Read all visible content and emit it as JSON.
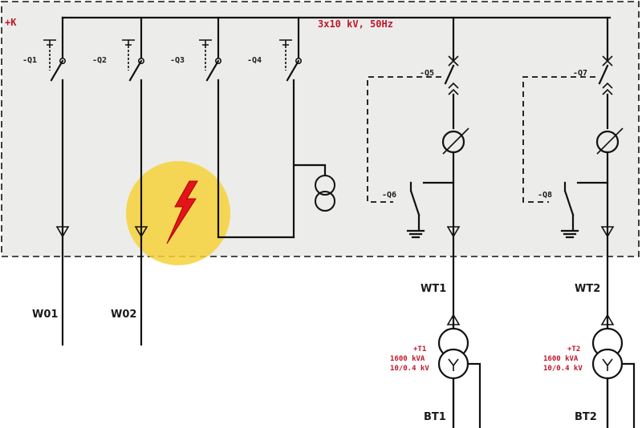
{
  "diagram": {
    "enclosure_label": "+K",
    "busbar_label": "3x10 kV, 50Hz",
    "switches": {
      "q1": "-Q1",
      "q2": "-Q2",
      "q3": "-Q3",
      "q4": "-Q4",
      "q5": "-Q5",
      "q6": "-Q6",
      "q7": "-Q7",
      "q8": "-Q8"
    },
    "feeders": {
      "w01": "W01",
      "w02": "W02",
      "wt1": "WT1",
      "wt2": "WT2",
      "bt1": "BT1",
      "bt2": "BT2"
    },
    "transformer_1": {
      "id": "+T1",
      "rating": "1600 kVA",
      "voltage": "10/0.4 kV"
    },
    "transformer_2": {
      "id": "+T2",
      "rating": "1600 kVA",
      "voltage": "10/0.4 kV"
    },
    "colors": {
      "panel_fill": "#ececea",
      "accent_red": "#c0162b",
      "highlight_yellow": "#f7d23a"
    }
  }
}
